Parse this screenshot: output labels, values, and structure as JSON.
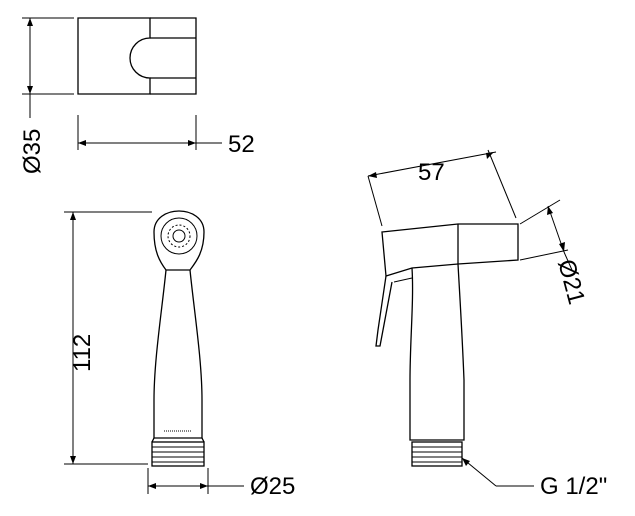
{
  "dimensions": {
    "holder_height": "Ø35",
    "holder_width": "52",
    "spray_length": "112",
    "base_diameter": "Ø25",
    "head_width": "57",
    "head_diameter": "Ø21",
    "thread": "G 1/2\""
  }
}
